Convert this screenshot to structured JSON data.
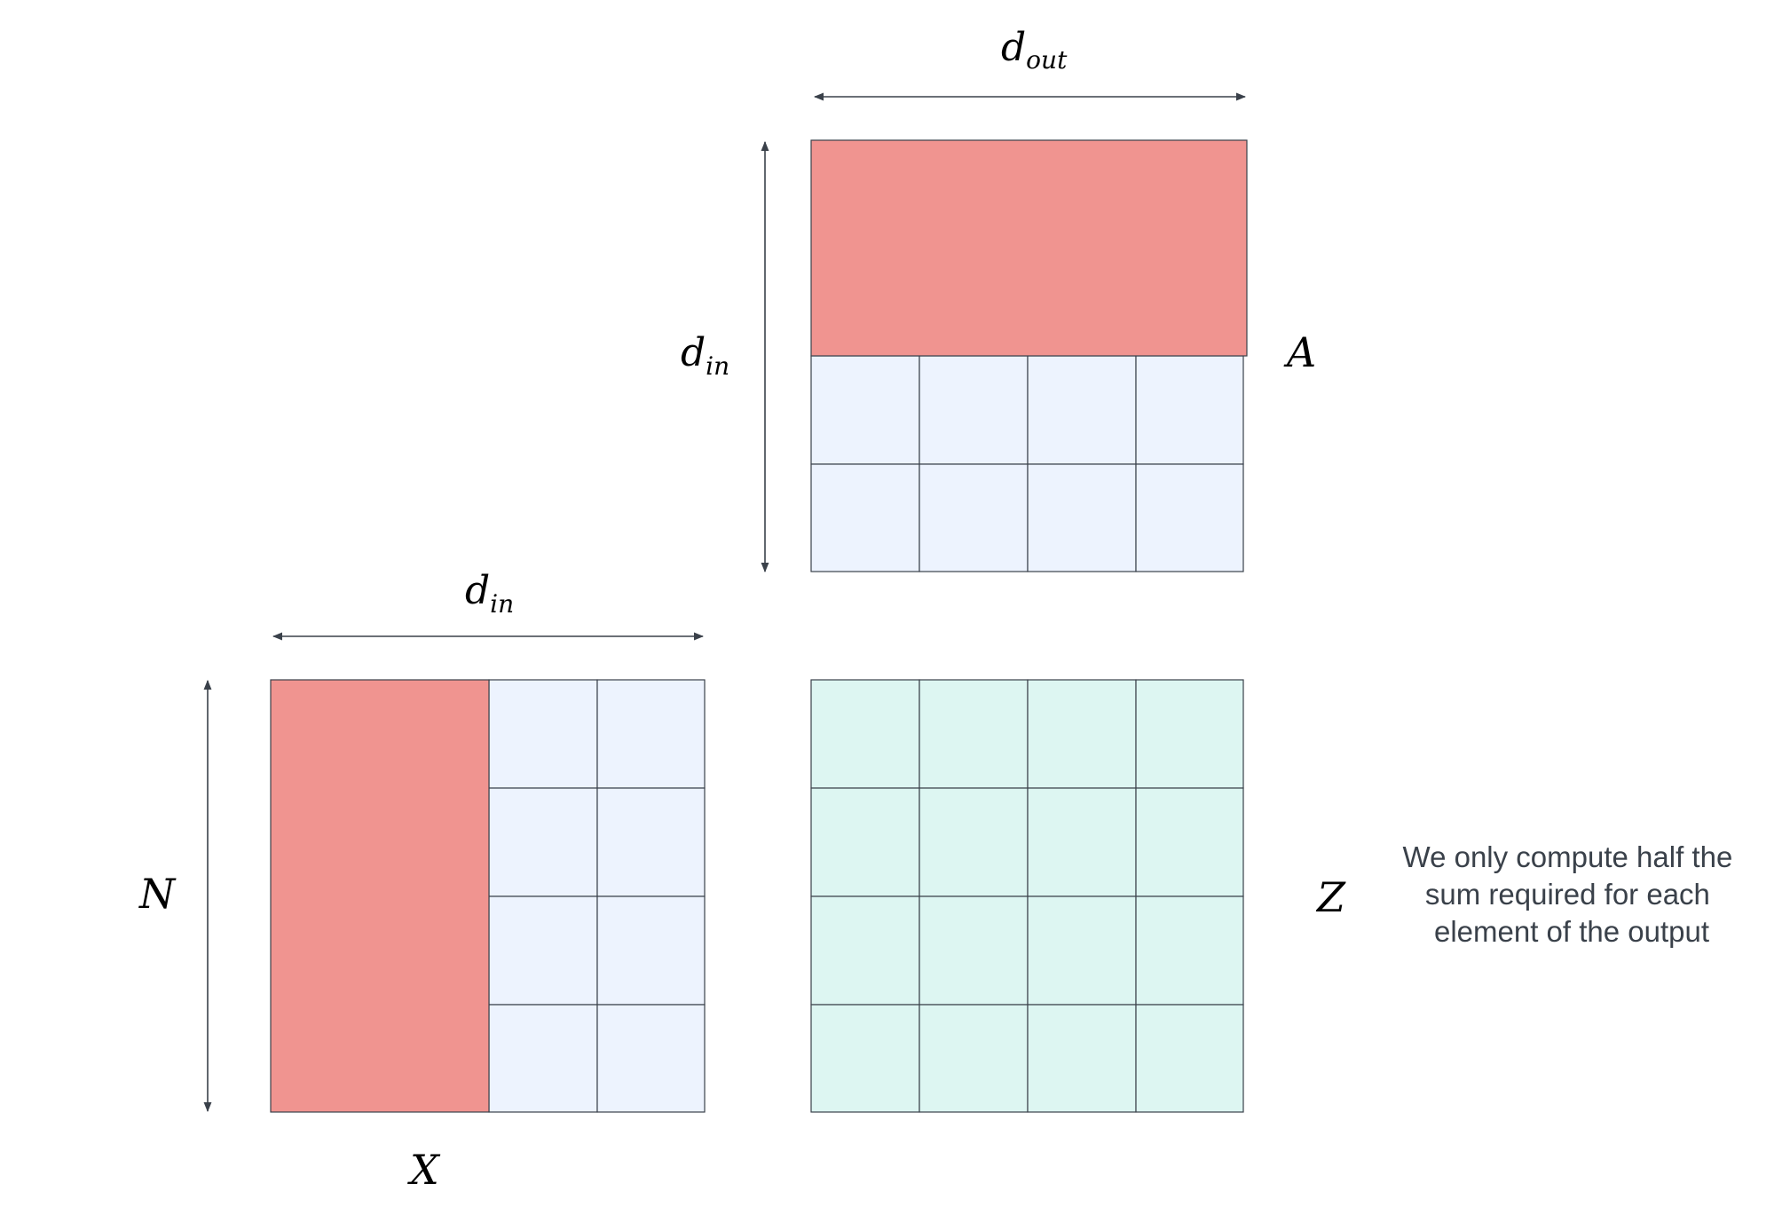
{
  "labels": {
    "d_out_base": "d",
    "d_out_sub": "out",
    "d_in_base": "d",
    "d_in_sub": "in",
    "A": "A",
    "X": "X",
    "N": "N",
    "Z": "Z"
  },
  "note_lines": [
    "We only compute half the",
    "sum required for each",
    "element of the output"
  ],
  "colors": {
    "highlight": "#f09490",
    "cell": "#edf3fe",
    "output_cell": "#ddf6f2",
    "grid_line": "#3a414a",
    "arrow": "#3a414a",
    "note_text": "#3a414a"
  }
}
